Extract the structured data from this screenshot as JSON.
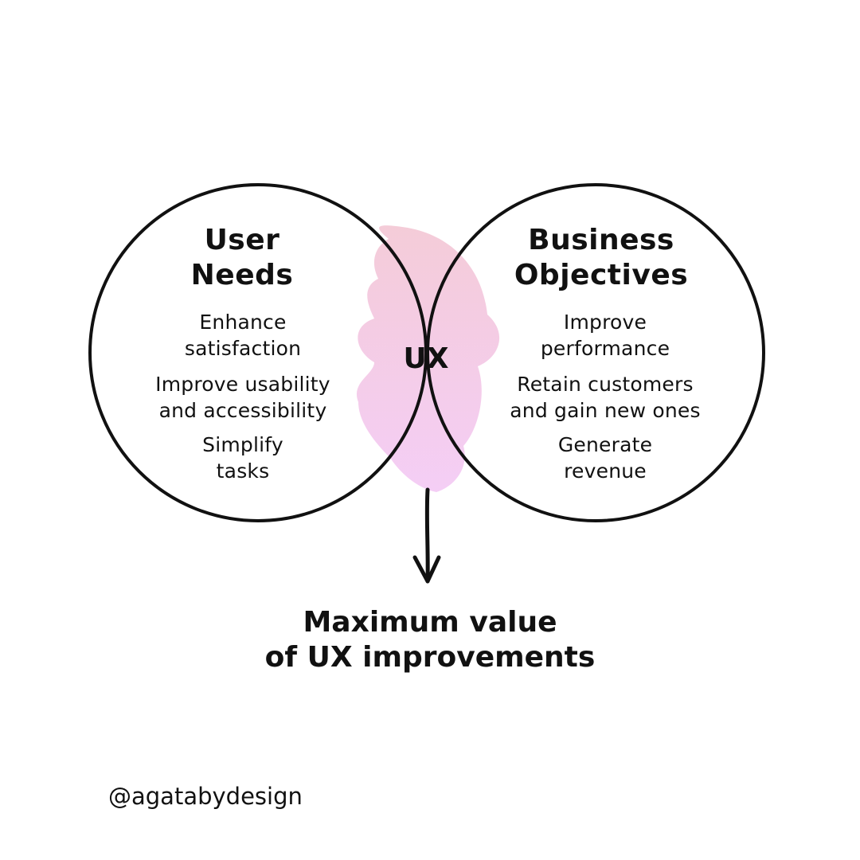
{
  "diagram": {
    "left_circle": {
      "title_lines": [
        "User",
        "Needs"
      ],
      "items": [
        [
          "Enhance",
          "satisfaction"
        ],
        [
          "Improve usability",
          "and accessibility"
        ],
        [
          "Simplify",
          "tasks"
        ]
      ]
    },
    "right_circle": {
      "title_lines": [
        "Business",
        "Objectives"
      ],
      "items": [
        [
          "Improve",
          "performance"
        ],
        [
          "Retain customers",
          "and gain new ones"
        ],
        [
          "Generate",
          "revenue"
        ]
      ]
    },
    "intersection_label": "UX",
    "result_lines": [
      "Maximum value",
      "of UX improvements"
    ]
  },
  "footer": {
    "handle": "@agatabydesign"
  },
  "colors": {
    "stroke": "#111111",
    "highlight_top": "#f4c9d6",
    "highlight_bottom": "#f4cbf5",
    "background": "#ffffff"
  },
  "icons": {
    "arrow": "arrow-down-icon",
    "highlight": "brush-highlight"
  }
}
